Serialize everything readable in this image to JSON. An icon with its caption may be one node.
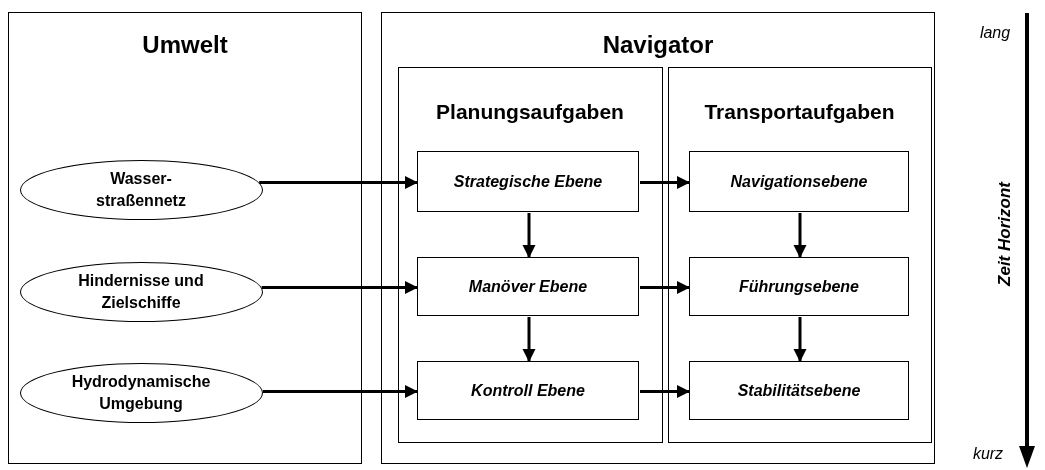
{
  "diagram": {
    "nodes": [
      {
        "text": [
          "Umwelt"
        ]
      },
      {
        "text": [
          "Wasser- straßennetz"
        ],
        "in": 0
      },
      {
        "text": [
          "Hindernisse und Zielschiffe"
        ],
        "in": 0
      },
      {
        "text": [
          "Hydrodynamische Umgebung"
        ],
        "in": 0
      },
      {
        "text": [
          "Navigator"
        ]
      },
      {
        "text": [
          "Planungsaufgaben"
        ],
        "in": 4
      },
      {
        "text": [
          "Strategische Ebene"
        ],
        "in": 5
      },
      {
        "text": [
          "Manöver Ebene"
        ],
        "in": 5
      },
      {
        "text": [
          "Kontroll Ebene"
        ],
        "in": 5
      },
      {
        "text": [
          "Transportaufgaben"
        ],
        "in": 4
      },
      {
        "text": [
          "Navigationsebene"
        ],
        "in": 9
      },
      {
        "text": [
          "Führungsebene"
        ],
        "in": 9
      },
      {
        "text": [
          "Stabilitätsebene"
        ],
        "in": 9
      }
    ],
    "edges": [
      {
        "from": 1,
        "to": 6,
        "arrow": "to"
      },
      {
        "from": 2,
        "to": 7,
        "arrow": "to"
      },
      {
        "from": 3,
        "to": 8,
        "arrow": "to"
      },
      {
        "from": 6,
        "to": 10,
        "arrow": "to"
      },
      {
        "from": 7,
        "to": 11,
        "arrow": "to"
      },
      {
        "from": 8,
        "to": 12,
        "arrow": "to"
      },
      {
        "from": 6,
        "to": 7,
        "arrow": "to"
      },
      {
        "from": 7,
        "to": 8,
        "arrow": "to"
      },
      {
        "from": 10,
        "to": 11,
        "arrow": "to"
      },
      {
        "from": 11,
        "to": 12,
        "arrow": "to"
      }
    ],
    "labels": [
      "lang",
      "Zeit Horizont",
      "kurz"
    ]
  }
}
